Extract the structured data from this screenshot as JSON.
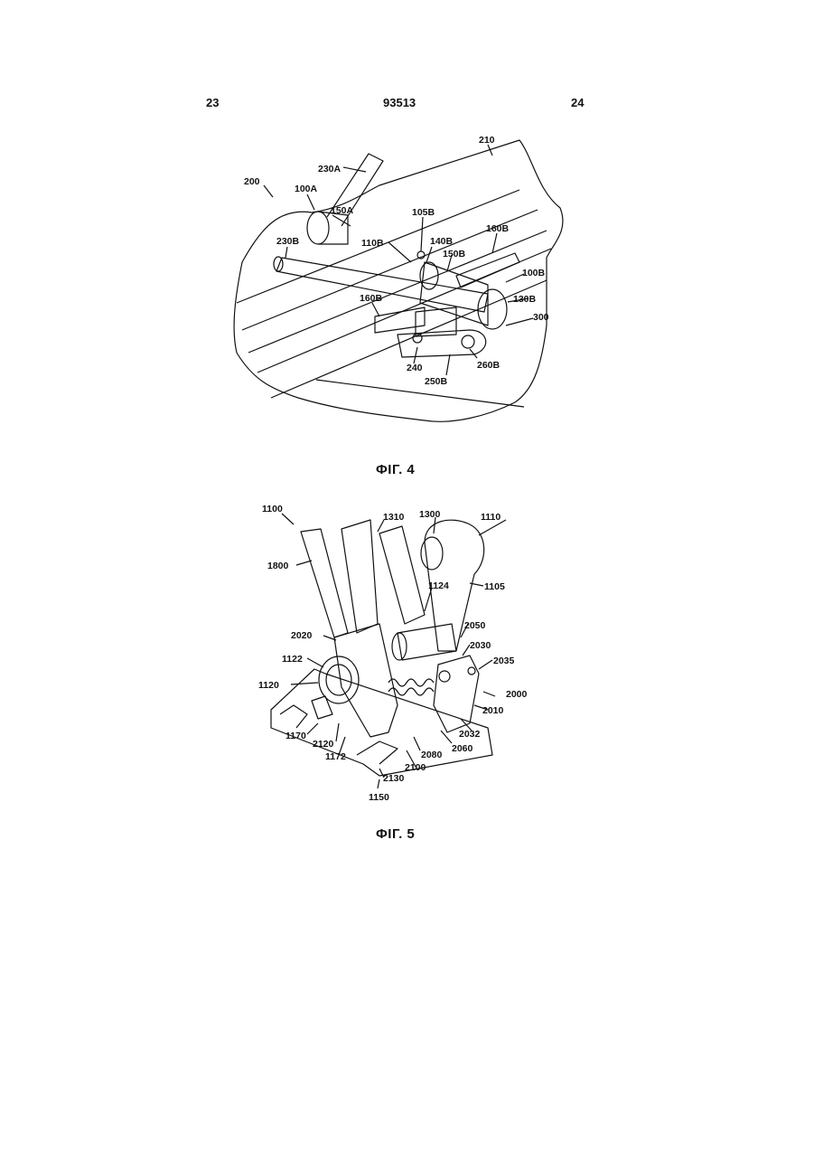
{
  "header": {
    "page_left": "23",
    "patent_number": "93513",
    "page_right": "24"
  },
  "figure4": {
    "caption": "ФІГ. 4",
    "labels": [
      {
        "id": "l210",
        "text": "210"
      },
      {
        "id": "l230A",
        "text": "230A"
      },
      {
        "id": "l200",
        "text": "200"
      },
      {
        "id": "l100A",
        "text": "100A"
      },
      {
        "id": "l150A",
        "text": "150A"
      },
      {
        "id": "l105B",
        "text": "105B"
      },
      {
        "id": "l230B",
        "text": "230B"
      },
      {
        "id": "l110B",
        "text": "110B"
      },
      {
        "id": "l140B",
        "text": "140B"
      },
      {
        "id": "l160B_top",
        "text": "160B"
      },
      {
        "id": "l150B",
        "text": "150B"
      },
      {
        "id": "l100B",
        "text": "100B"
      },
      {
        "id": "l130B",
        "text": "130B"
      },
      {
        "id": "l160B_low",
        "text": "160B"
      },
      {
        "id": "l300",
        "text": "300"
      },
      {
        "id": "l240",
        "text": "240"
      },
      {
        "id": "l260B",
        "text": "260B"
      },
      {
        "id": "l250B",
        "text": "250B"
      }
    ]
  },
  "figure5": {
    "caption": "ФІГ. 5",
    "labels": [
      {
        "id": "m1100",
        "text": "1100"
      },
      {
        "id": "m1310",
        "text": "1310"
      },
      {
        "id": "m1300",
        "text": "1300"
      },
      {
        "id": "m1110",
        "text": "1110"
      },
      {
        "id": "m1800",
        "text": "1800"
      },
      {
        "id": "m1105",
        "text": "1105"
      },
      {
        "id": "m1124",
        "text": "1124"
      },
      {
        "id": "m2050",
        "text": "2050"
      },
      {
        "id": "m2020",
        "text": "2020"
      },
      {
        "id": "m2030",
        "text": "2030"
      },
      {
        "id": "m2035",
        "text": "2035"
      },
      {
        "id": "m1122",
        "text": "1122"
      },
      {
        "id": "m2000",
        "text": "2000"
      },
      {
        "id": "m1120",
        "text": "1120"
      },
      {
        "id": "m2010",
        "text": "2010"
      },
      {
        "id": "m2032",
        "text": "2032"
      },
      {
        "id": "m1170",
        "text": "1170"
      },
      {
        "id": "m2120",
        "text": "2120"
      },
      {
        "id": "m2060",
        "text": "2060"
      },
      {
        "id": "m1172",
        "text": "1172"
      },
      {
        "id": "m2080",
        "text": "2080"
      },
      {
        "id": "m2100",
        "text": "2100"
      },
      {
        "id": "m2130",
        "text": "2130"
      },
      {
        "id": "m1150",
        "text": "1150"
      }
    ]
  }
}
